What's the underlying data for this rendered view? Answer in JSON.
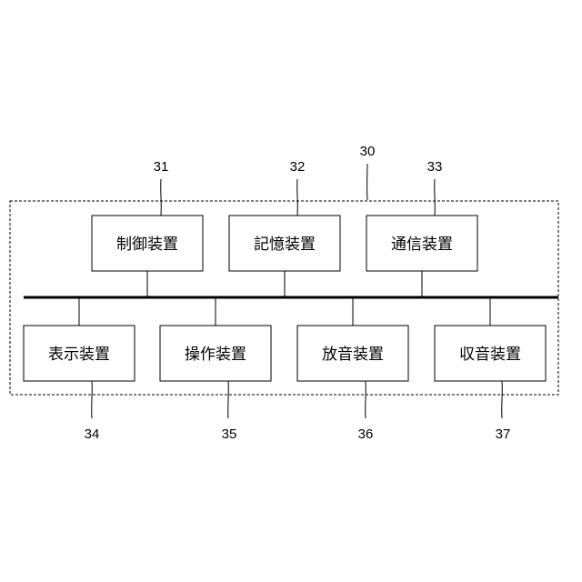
{
  "system": {
    "ref": "30"
  },
  "top_units": [
    {
      "label": "制御装置",
      "ref": "31"
    },
    {
      "label": "記憶装置",
      "ref": "32"
    },
    {
      "label": "通信装置",
      "ref": "33"
    }
  ],
  "bottom_units": [
    {
      "label": "表示装置",
      "ref": "34"
    },
    {
      "label": "操作装置",
      "ref": "35"
    },
    {
      "label": "放音装置",
      "ref": "36"
    },
    {
      "label": "収音装置",
      "ref": "37"
    }
  ]
}
